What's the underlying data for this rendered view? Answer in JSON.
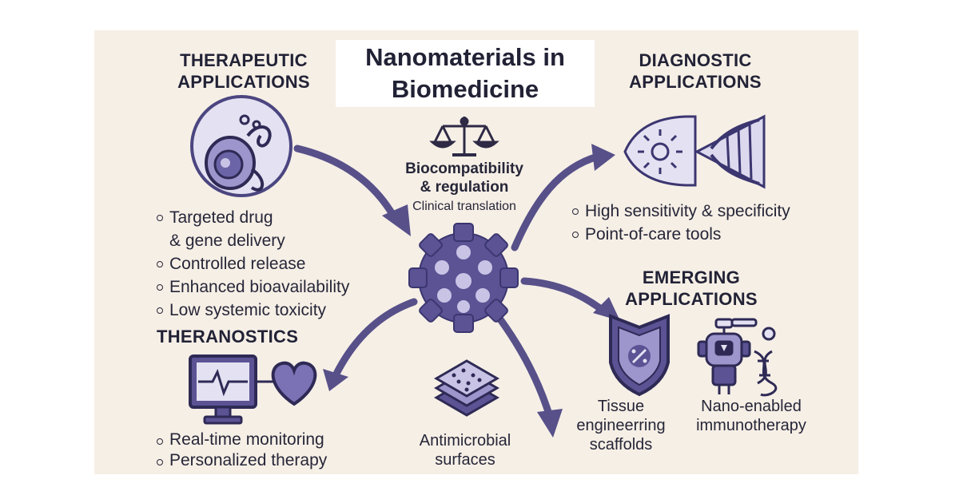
{
  "title": {
    "line1": "Nanomaterials in",
    "line2": "Biomedicine"
  },
  "therapeutic": {
    "heading_line1": "THERAPEUTIC",
    "heading_line2": "APPLICATIONS",
    "items": [
      "Targeted drug",
      "& gene delivery",
      "Controlled release",
      "Enhanced bioavailability",
      "Low systemic toxicity"
    ]
  },
  "biocompat": {
    "line1": "Biocompatibility",
    "line2": "& regulation",
    "sub": "Clinical translation"
  },
  "diagnostic": {
    "heading_line1": "DIAGNOSTIC",
    "heading_line2": "APPLICATIONS",
    "items": [
      "High sensitivity & specificity",
      "Point-of-care tools"
    ]
  },
  "emerging": {
    "heading_line1": "EMERGING",
    "heading_line2": "APPLICATIONS",
    "tissue_line1": "Tissue",
    "tissue_line2": "engineerring",
    "tissue_line3": "scaffolds",
    "immuno_line1": "Nano-enabled",
    "immuno_line2": "immunotherapy"
  },
  "theranostics": {
    "heading": "THERANOSTICS",
    "items": [
      "Real-time monitoring",
      "Personalized therapy"
    ]
  },
  "antimicrobial": {
    "line1": "Antimicrobial",
    "line2": "surfaces"
  },
  "colors": {
    "background": "#f6efe6",
    "accent": "#5b5394",
    "accent_light": "#c9c4e6",
    "ink": "#222236"
  },
  "icons": [
    "cell-icon",
    "balance-scale-icon",
    "nanoparticle-icon",
    "detection-dna-icon",
    "shield-icon",
    "robot-dna-icon",
    "monitor-icon",
    "heart-icon",
    "layered-surface-icon"
  ]
}
